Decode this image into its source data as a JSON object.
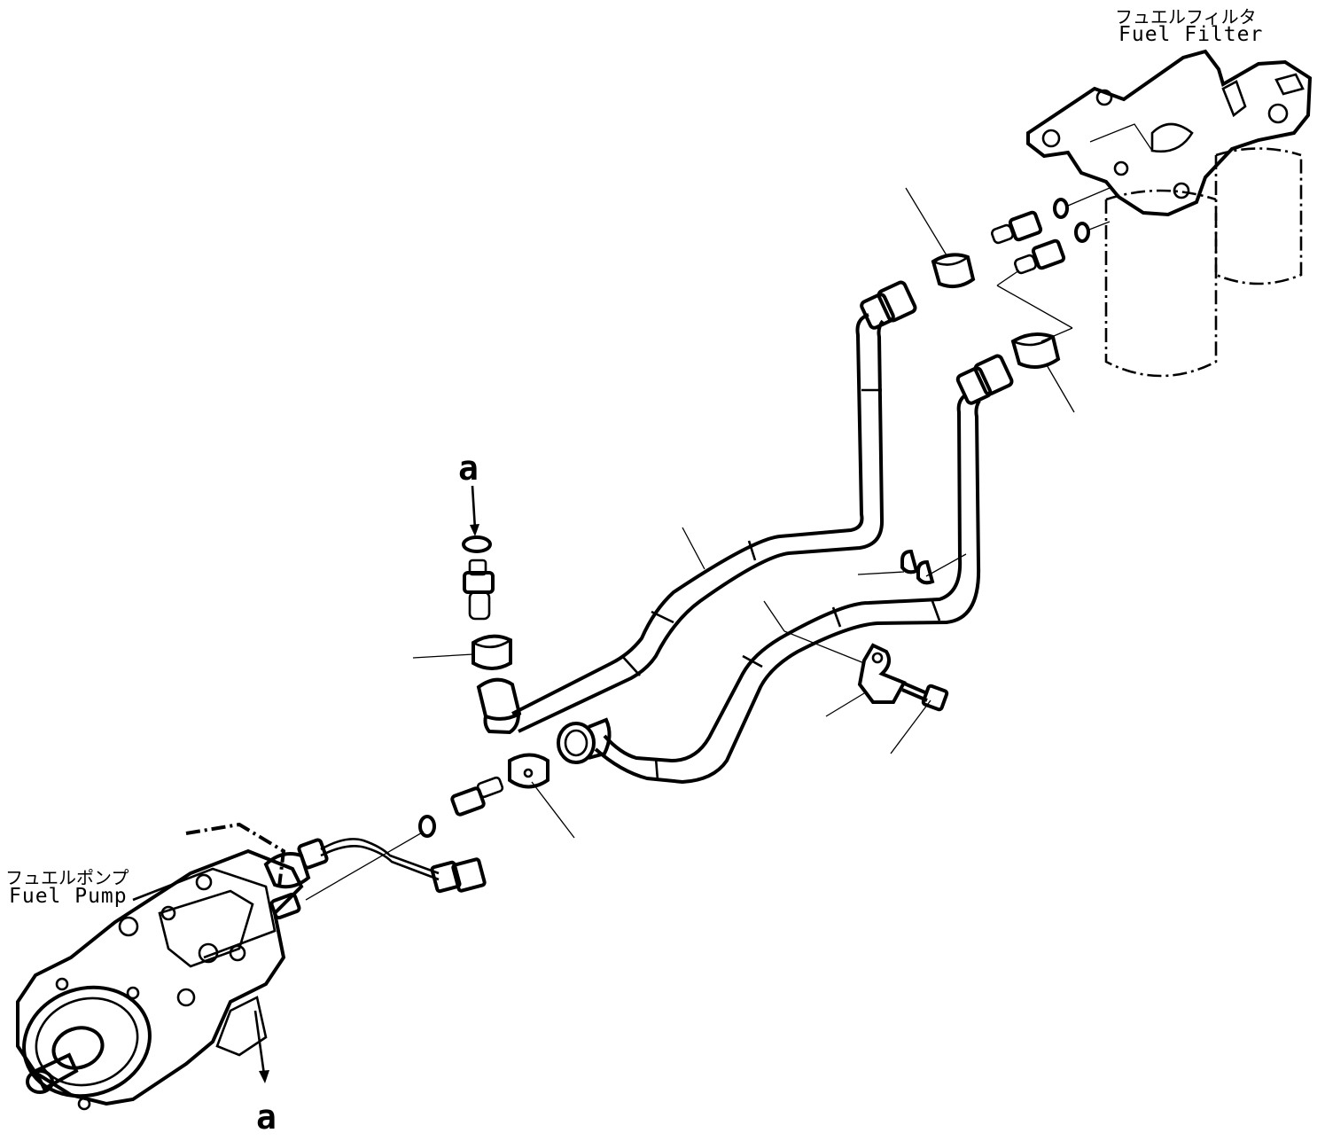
{
  "labels": {
    "fuel_filter_jp": "フュエルフィルタ",
    "fuel_filter_en": "Fuel Filter",
    "fuel_pump_jp": "フュエルポンプ",
    "fuel_pump_en": "Fuel Pump"
  },
  "callouts": {
    "top": "a",
    "bottom": "a"
  }
}
